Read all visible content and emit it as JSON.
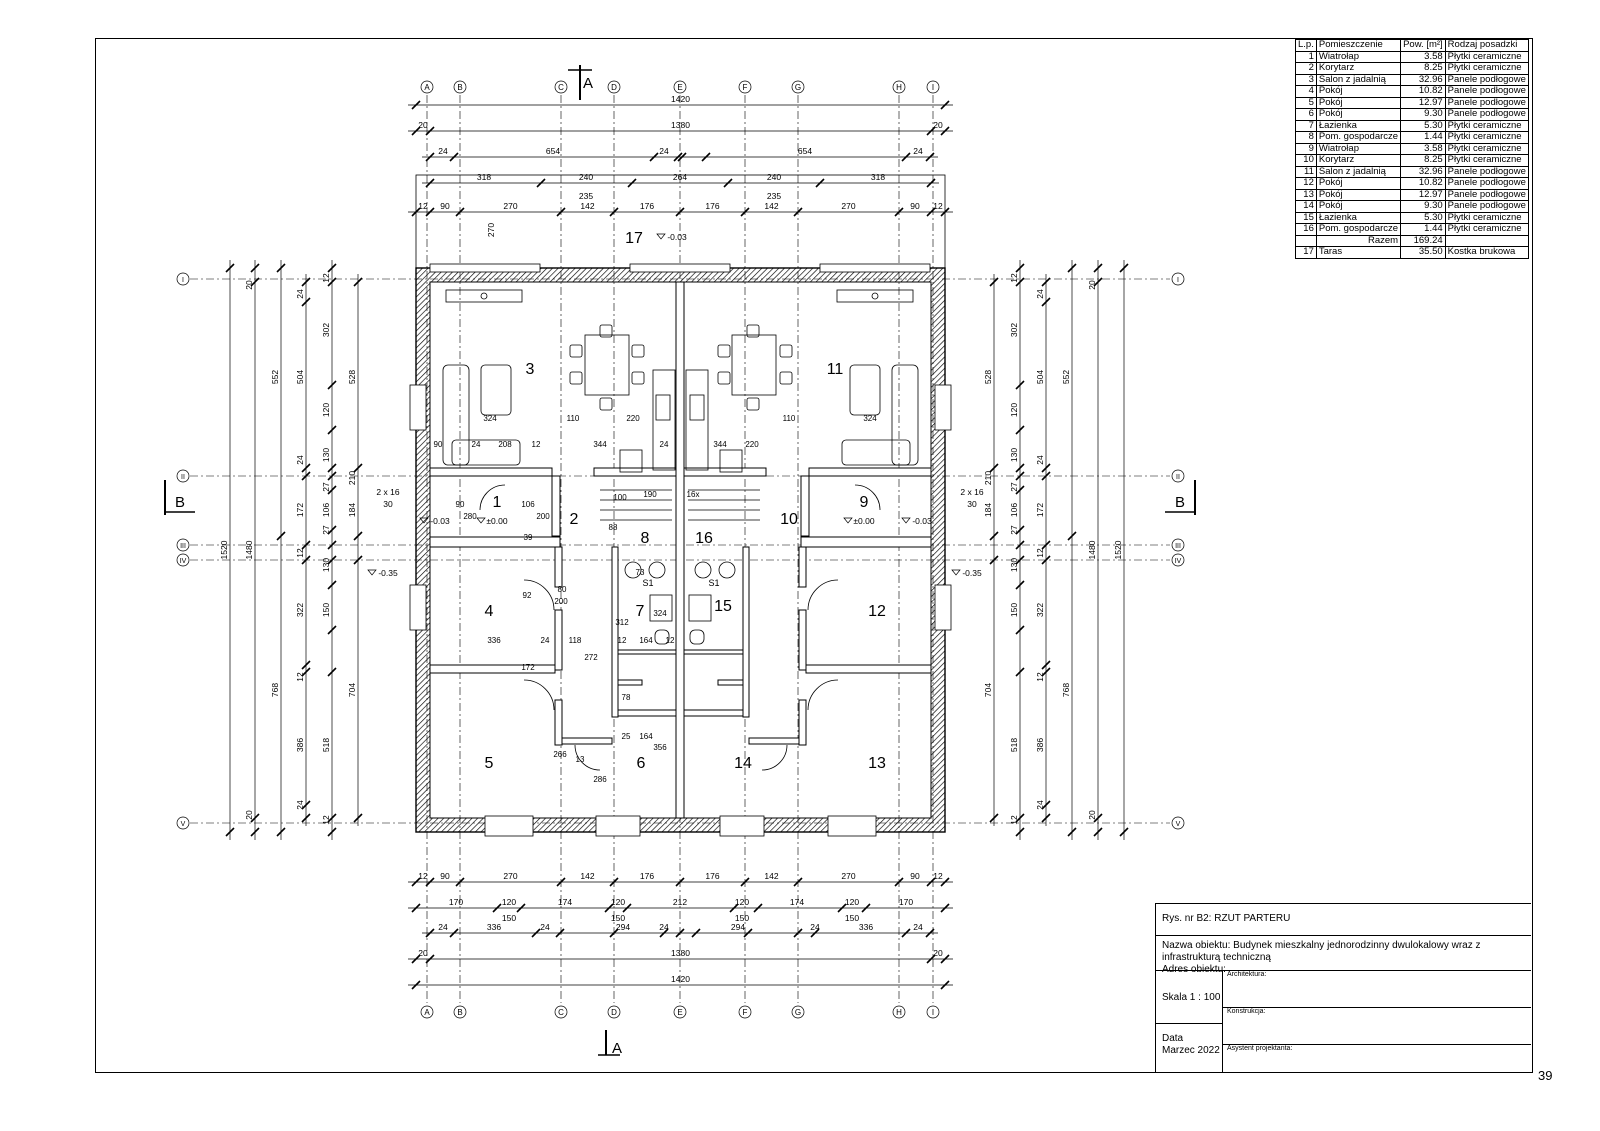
{
  "sheet_number": "39",
  "room_table": {
    "headers": [
      "L.p.",
      "Pomieszczenie",
      "Pow. [m²]",
      "Rodzaj posadzki"
    ],
    "rows": [
      [
        "1",
        "Wiatrołap",
        "3.58",
        "Płytki ceramiczne"
      ],
      [
        "2",
        "Korytarz",
        "8.25",
        "Płytki ceramiczne"
      ],
      [
        "3",
        "Salon z jadalnią",
        "32.96",
        "Panele podłogowe"
      ],
      [
        "4",
        "Pokój",
        "10.82",
        "Panele podłogowe"
      ],
      [
        "5",
        "Pokój",
        "12.97",
        "Panele podłogowe"
      ],
      [
        "6",
        "Pokój",
        "9.30",
        "Panele podłogowe"
      ],
      [
        "7",
        "Łazienka",
        "5.30",
        "Płytki ceramiczne"
      ],
      [
        "8",
        "Pom. gospodarcze",
        "1.44",
        "Płytki ceramiczne"
      ],
      [
        "9",
        "Wiatrołap",
        "3.58",
        "Płytki ceramiczne"
      ],
      [
        "10",
        "Korytarz",
        "8.25",
        "Płytki ceramiczne"
      ],
      [
        "11",
        "Salon z jadalnią",
        "32.96",
        "Panele podłogowe"
      ],
      [
        "12",
        "Pokój",
        "10.82",
        "Panele podłogowe"
      ],
      [
        "13",
        "Pokój",
        "12.97",
        "Panele podłogowe"
      ],
      [
        "14",
        "Pokój",
        "9.30",
        "Panele podłogowe"
      ],
      [
        "15",
        "Łazienka",
        "5.30",
        "Płytki ceramiczne"
      ],
      [
        "16",
        "Pom. gospodarcze",
        "1.44",
        "Płytki ceramiczne"
      ]
    ],
    "total_label": "Razem",
    "total_value": "169.24",
    "extra_row": [
      "17",
      "Taras",
      "35.50",
      "Kostka brukowa"
    ]
  },
  "title_block": {
    "drawing": "Rys. nr B2:  RZUT  PARTERU",
    "object_name": "Nazwa obiektu: Budynek mieszkalny jednorodzinny dwulokalowy wraz z infrastrukturą techniczną",
    "address_label": "Adres obiektu:",
    "scale": "Skala  1 : 100",
    "date_label": "Data",
    "date_value": "Marzec 2022",
    "architecture_label": "Architektura:",
    "construction_label": "Konstrukcja:",
    "assistant_label": "Asystent projektanta:"
  },
  "plan": {
    "axes_letters": [
      "A",
      "B",
      "C",
      "D",
      "E",
      "F",
      "G",
      "H",
      "I"
    ],
    "axes_rows": [
      "I",
      "II",
      "III",
      "IV",
      "V"
    ],
    "section_a": "A",
    "section_b": "B",
    "room_numbers": [
      "1",
      "2",
      "3",
      "4",
      "5",
      "6",
      "7",
      "8",
      "9",
      "10",
      "11",
      "12",
      "13",
      "14",
      "15",
      "16",
      "17"
    ],
    "levels": [
      "-0.03",
      "±0.00",
      "-0.03",
      "-0.35",
      "±0.00",
      "-0.03",
      "-0.35"
    ],
    "step_note": "2 x 16",
    "step_width": "30",
    "symbols": [
      "S1",
      "S1"
    ],
    "dims_top": {
      "r1": [
        "1420"
      ],
      "r2": [
        "20",
        "1380",
        "20"
      ],
      "r3": [
        "24",
        "654",
        "24",
        "654",
        "24"
      ],
      "r4": [
        "318",
        "240",
        "235",
        "264",
        "240",
        "235",
        "318"
      ],
      "r5": [
        "12",
        "90",
        "270",
        "142",
        "176",
        "176",
        "142",
        "270",
        "90",
        "12"
      ],
      "terrace": "270"
    },
    "dims_bottom": {
      "r1": [
        "12",
        "90",
        "270",
        "142",
        "176",
        "176",
        "142",
        "270",
        "90",
        "12"
      ],
      "r2": [
        "170",
        "120",
        "150",
        "174",
        "120",
        "150",
        "212",
        "120",
        "150",
        "174",
        "120",
        "150",
        "170"
      ],
      "r3": [
        "24",
        "336",
        "24",
        "294",
        "24",
        "294",
        "24",
        "336",
        "24"
      ],
      "r4": [
        "20",
        "1380",
        "20"
      ],
      "r5": [
        "1420"
      ]
    },
    "dims_left": {
      "c1": [
        "1520"
      ],
      "c2": [
        "1480",
        "20",
        "20"
      ],
      "c3": [
        "552",
        "768"
      ],
      "c4": [
        "24",
        "504",
        "24",
        "172",
        "12",
        "322",
        "12",
        "386",
        "24"
      ],
      "c5": [
        "12",
        "302",
        "120",
        "150",
        "130",
        "27",
        "106",
        "27",
        "130",
        "150",
        "120",
        "518",
        "12"
      ],
      "c6": [
        "528",
        "210",
        "184",
        "704"
      ]
    },
    "interior_dims": [
      "324",
      "110",
      "220",
      "344",
      "24",
      "90",
      "24",
      "208",
      "12",
      "336",
      "24",
      "118",
      "12",
      "164",
      "12",
      "172",
      "272",
      "80",
      "200",
      "92",
      "312",
      "324",
      "78",
      "25",
      "164",
      "266",
      "286",
      "356",
      "13",
      "90",
      "280",
      "106",
      "200",
      "39",
      "100",
      "190",
      "16x",
      "88",
      "73",
      "220",
      "344",
      "110",
      "324"
    ]
  }
}
